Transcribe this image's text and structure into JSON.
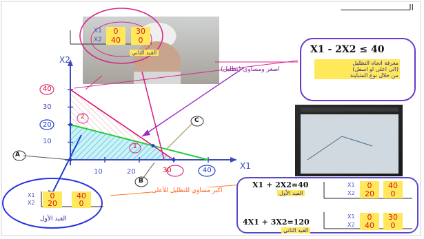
{
  "header": {
    "title_text": "الــــــــــــــــــــــــــــ"
  },
  "top_table": {
    "row1": {
      "var": "X1",
      "a": "0",
      "b": "30"
    },
    "row2": {
      "var": "X2",
      "a": "40",
      "b": "0"
    },
    "caption": "القيد الثاني"
  },
  "equation_box": {
    "equation": "X1 - 2X2 ≤ 40",
    "note_lines": [
      "معرفة اتجاه التظليل",
      "(الى اعلى او اسفل)",
      "من خلال نوع المتباينة"
    ]
  },
  "callouts": {
    "less_equal": "اصغر ومساوي (تظليل)",
    "greater_equal": "اكبر مساوي للتظليل للأعلى"
  },
  "graph": {
    "y_axis_label": "X2",
    "x_axis_label": "X1",
    "y_ticks": [
      "40",
      "30",
      "20",
      "10"
    ],
    "x_ticks": [
      "10",
      "20",
      "30",
      "40"
    ],
    "circled_values": {
      "y40": "40",
      "y20": "20",
      "x30": "30",
      "x40": "40"
    },
    "points": {
      "A": "A",
      "B": "B",
      "C": "C",
      "one": "1",
      "two": "2"
    }
  },
  "left_table": {
    "row1": {
      "var": "X1",
      "a": "0",
      "b": "40"
    },
    "row2": {
      "var": "X2",
      "a": "20",
      "b": "0"
    },
    "caption": "القيد الأول"
  },
  "bottom_panel": {
    "constraint1": {
      "equation": "X1 + 2X2=40",
      "caption": "القيد الأول",
      "row1": {
        "var": "X1",
        "a": "0",
        "b": "40"
      },
      "row2": {
        "var": "X2",
        "a": "20",
        "b": "0"
      }
    },
    "constraint2": {
      "equation": "4X1 + 3X2=120",
      "caption": "القيد الثاني",
      "row1": {
        "var": "X1",
        "a": "0",
        "b": "30"
      },
      "row2": {
        "var": "X2",
        "a": "40",
        "b": "0"
      }
    }
  },
  "colors": {
    "axis": "#3a4ab8",
    "line1": "#22cc33",
    "line2": "#e01070",
    "feasible_fill": "#9fe6f0",
    "highlight": "#ffe85a",
    "panel_border": "#5a4ac8",
    "circle_pink": "#d8288a"
  }
}
